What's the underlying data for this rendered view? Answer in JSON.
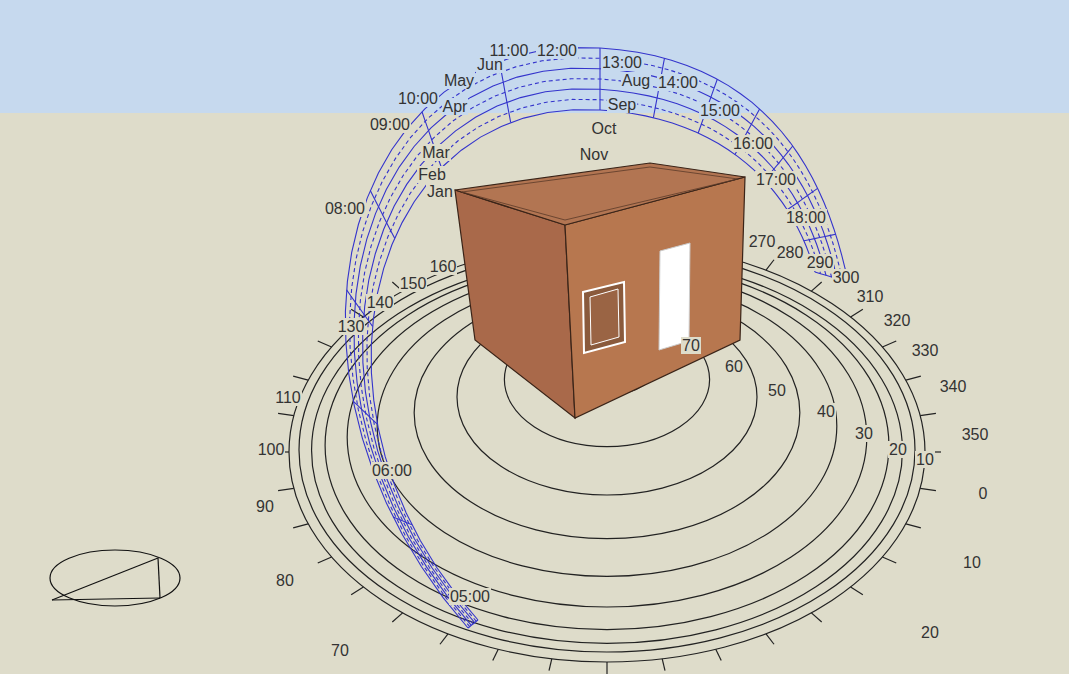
{
  "diagram": {
    "labels": [
      "11:00",
      "12:00",
      "13:00",
      "14:00",
      "15:00",
      "16:00",
      "17:00",
      "18:00",
      "10:00",
      "09:00",
      "08:00",
      "06:00",
      "05:00",
      "Jun",
      "May",
      "Apr",
      "Mar",
      "Feb",
      "Jan",
      "Aug",
      "Sep",
      "Oct",
      "Nov",
      "270",
      "280",
      "290",
      "300",
      "310",
      "320",
      "330",
      "340",
      "350",
      "0",
      "10",
      "20",
      "70",
      "80",
      "90",
      "100",
      "110",
      "130",
      "140",
      "150",
      "160",
      "70",
      "60",
      "50",
      "40",
      "30",
      "20",
      "10"
    ]
  }
}
